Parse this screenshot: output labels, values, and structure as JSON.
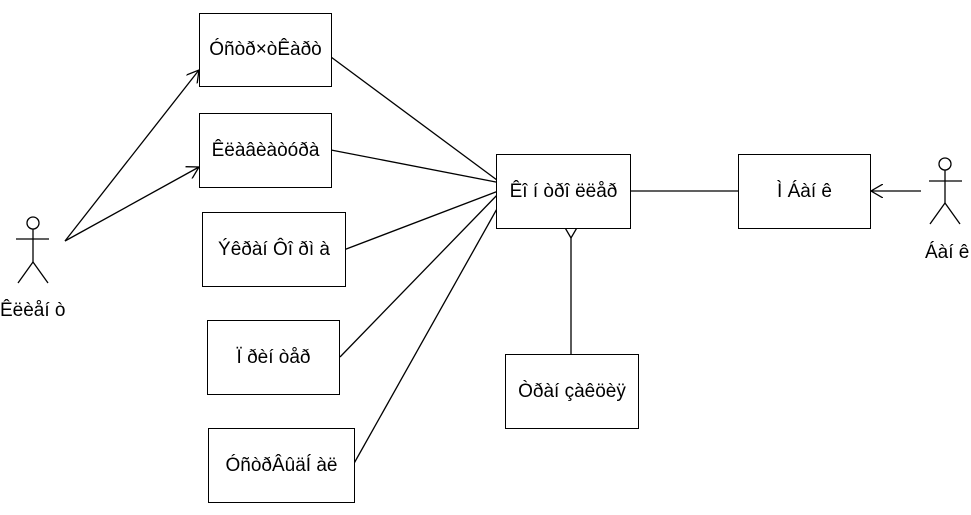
{
  "diagram": {
    "actors": {
      "left_actor": "Êëèåí ò",
      "right_actor": "Áàí ê"
    },
    "boxes": {
      "box_top": "Óñòð×òÊàðò",
      "box_calculator": "Êëàâèàòóðà",
      "box_screen": "Ýêðàí Ôî ðì à",
      "box_printer": "Ï ðèí òåð",
      "box_dispenser": "ÓñòðÂûäÍ àë",
      "box_central": "Êî í òðî ëëåð",
      "box_modem": "Ì Áàí ê",
      "box_transaction": "Òðàí çàêöèÿ"
    }
  }
}
